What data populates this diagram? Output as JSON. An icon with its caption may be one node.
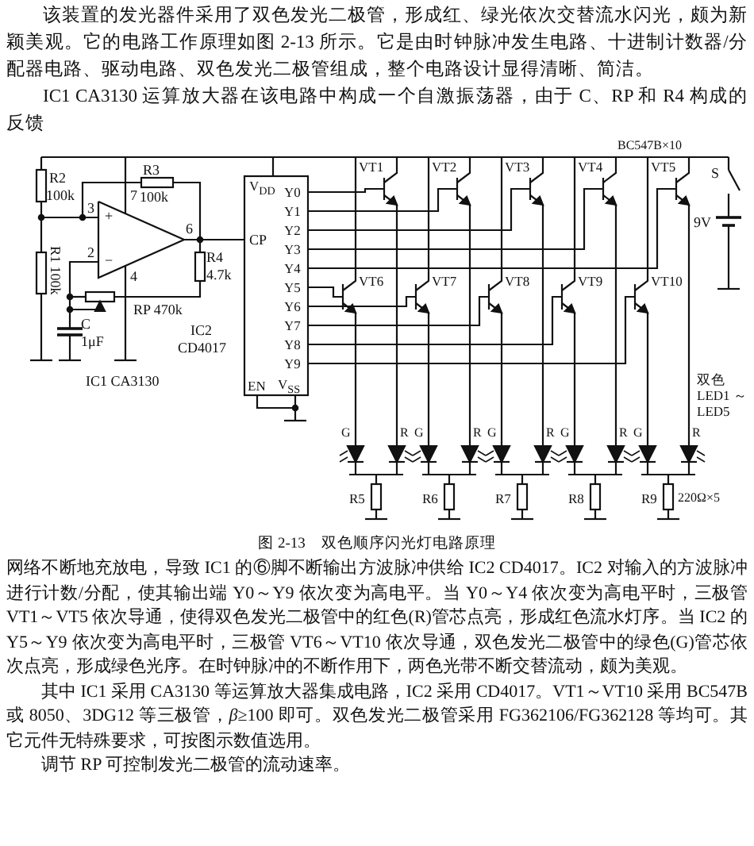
{
  "diagram": {
    "caption": "图 2-13　双色顺序闪光灯电路原理",
    "labels": [
      "该装置的发光器件采用了双色发光二极管，形成红、绿光依次交替流水闪光，颇为新颖美观。它的电路工作原理如图 2-13 所示。它是由时钟脉冲发生电路、十进制计数器/分配器电路、驱动电路、双色发光二极管组成，整个电路设计显得清晰、简洁。",
      "IC1 CA3130 运算放大器在该电路中构成一个自激振荡器，由于 C、RP 和 R4 构成的反馈",
      "BC547B×10",
      "R2",
      "100k",
      "R3",
      "100k",
      "3",
      "+",
      "7",
      "6",
      "2",
      "−",
      "4",
      "R4",
      "4.7k",
      "R1 100k",
      "RP 470k",
      "C",
      "1μF",
      "IC1 CA3130",
      "IC2",
      "CD4017",
      "V$_{DD}$",
      "CP",
      "Y0",
      "Y1",
      "Y2",
      "Y3",
      "Y4",
      "Y5",
      "Y6",
      "Y7",
      "Y8",
      "Y9",
      "EN",
      "V$_{SS}$",
      "VT1",
      "VT2",
      "VT3",
      "VT4",
      "VT5",
      "VT6",
      "VT7",
      "VT8",
      "VT9",
      "VT10",
      "S",
      "9V",
      "双色 LED1 ～LED5",
      "G",
      "R",
      "G",
      "R",
      "G",
      "R",
      "G",
      "R",
      "G",
      "R",
      "R5",
      "R6",
      "R7",
      "R8",
      "R9",
      "220Ω×5",
      "网络不断地充放电，导致 IC1 的⑥脚不断输出方波脉冲供给 IC2 CD4017。IC2 对输入的方波脉冲进行计数/分配，使其输出端 Y0～Y9 依次变为高电平。当 Y0～Y4 依次变为高电平时，三极管 VT1～VT5 依次导通，使得双色发光二极管中的红色(R)管芯点亮，形成红色流水灯序。当 IC2 的 Y5～Y9 依次变为高电平时，三极管 VT6～VT10 依次导通，双色发光二极管中的绿色(G)管芯依次点亮，形成绿色光序。在时钟脉冲的不断作用下，两色光带不断交替流动，颇为美观。",
      "其中 IC1 采用 CA3130 等运算放大器集成电路，IC2 采用 CD4017。VT1～VT10 采用 BC547B 或 8050、3DG12 等三极管，*β*≥100 即可。双色发光二极管采用 FG362106/FG362128 等均可。其它元件无特殊要求，可按图示数值选用。",
      "调节 RP 可控制发光二极管的流动速率。"
    ]
  }
}
